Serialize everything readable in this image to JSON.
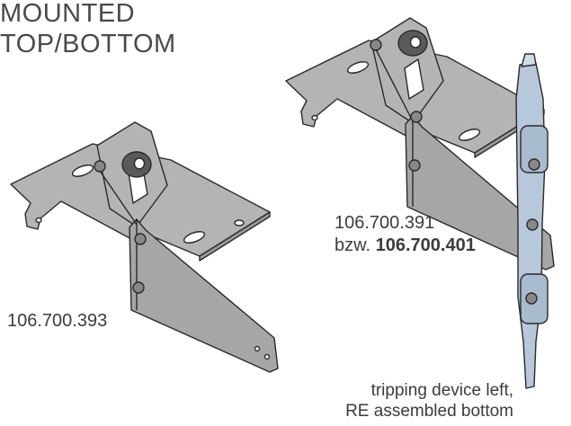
{
  "heading": {
    "line1": "MOUNTED",
    "line2": "TOP/BOTTOM"
  },
  "parts": {
    "left_number": "106.700.393",
    "right_number": "106.700.391",
    "alt_prefix": "bzw.",
    "alt_number": "106.700.401"
  },
  "caption": {
    "line1": "tripping device left,",
    "line2": "RE assembled bottom"
  },
  "colors": {
    "steel": "#b4b4b4",
    "steel_dark": "#9a9a9a",
    "rod": "#b6c8da",
    "outline": "#2a2a2a",
    "text": "#3c3c3c"
  }
}
